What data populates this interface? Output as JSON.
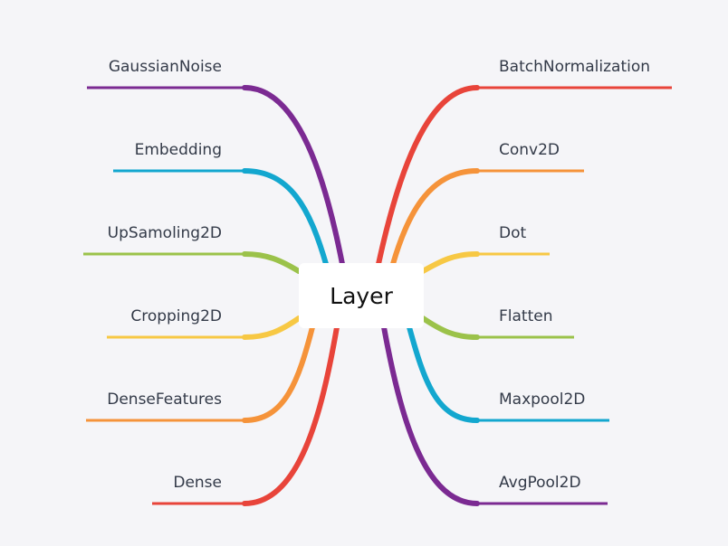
{
  "root": {
    "label": "Layer"
  },
  "branches": {
    "left": [
      {
        "label": "GaussianNoise",
        "color": "#7b2a92"
      },
      {
        "label": "Embedding",
        "color": "#13a7cf"
      },
      {
        "label": "UpSamoling2D",
        "color": "#9bc24a"
      },
      {
        "label": "Cropping2D",
        "color": "#f7c844"
      },
      {
        "label": "DenseFeatures",
        "color": "#f5933a"
      },
      {
        "label": "Dense",
        "color": "#e8443a"
      }
    ],
    "right": [
      {
        "label": "BatchNormalization",
        "color": "#e8443a"
      },
      {
        "label": "Conv2D",
        "color": "#f5933a"
      },
      {
        "label": "Dot",
        "color": "#f7c844"
      },
      {
        "label": "Flatten",
        "color": "#9bc24a"
      },
      {
        "label": "Maxpool2D",
        "color": "#13a7cf"
      },
      {
        "label": "AvgPool2D",
        "color": "#7b2a92"
      }
    ]
  }
}
